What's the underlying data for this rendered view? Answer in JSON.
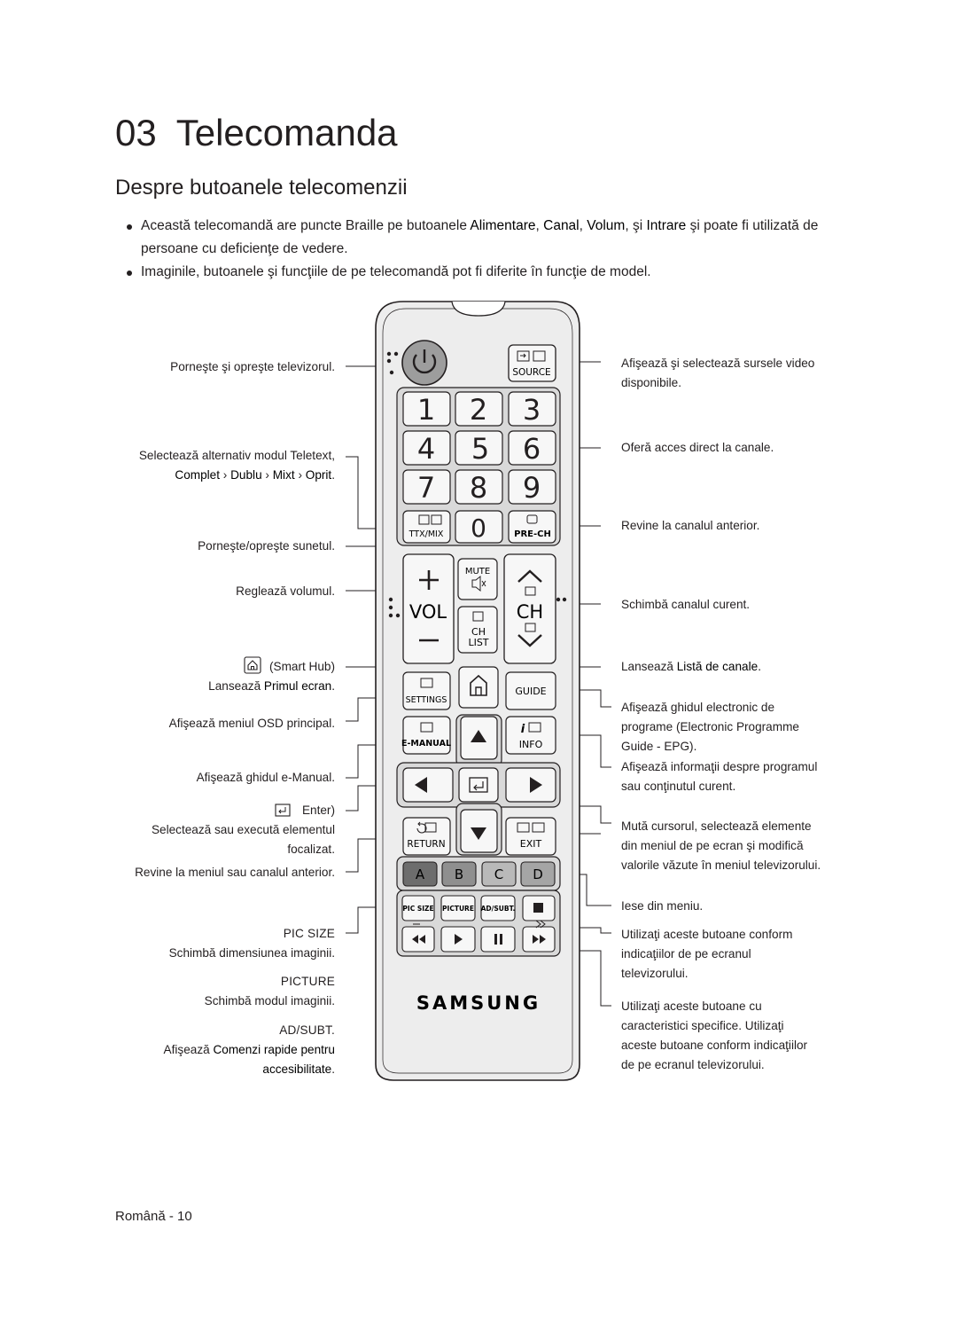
{
  "header": {
    "chapter_num": "03",
    "chapter_title": "Telecomanda"
  },
  "section_title": "Despre butoanele telecomenzii",
  "bullets": [
    {
      "p1": "Această telecomandă are puncte Braille pe butoanele ",
      "b1": "Alimentare",
      "p2": ", ",
      "b2": "Canal",
      "p3": ", ",
      "b3": "Volum",
      "p4": ", şi ",
      "b4": "Intrare",
      "p5": " şi poate fi utilizată de persoane cu deficienţe de vedere."
    },
    {
      "text": "Imaginile, butoanele şi funcţiile de pe telecomandă pot fi diferite în funcţie de model."
    }
  ],
  "left_labels": {
    "power": "Porneşte şi opreşte televizorul.",
    "teletext_1": "Selectează alternativ modul Teletext,",
    "teletext_complet": "Complet",
    "teletext_dublu": "Dublu",
    "teletext_mixt": "Mixt",
    "teletext_oprit": "Oprit",
    "mute": "Porneşte/opreşte sunetul.",
    "volume": "Reglează volumul.",
    "smarthub_title": "(Smart Hub)",
    "smarthub_pre": "Lansează ",
    "smarthub_b": "Primul ecran",
    "settings": "Afişează meniul OSD principal.",
    "emanual": "Afişează ghidul e-Manual.",
    "enter_title": "Enter)",
    "enter_desc1": "Selectează sau execută elementul",
    "enter_desc2": "focalizat.",
    "return": "Revine la meniul sau canalul anterior.",
    "picsize_title": "PIC SIZE",
    "picsize_desc": "Schimbă dimensiunea imaginii.",
    "picture_title": "PICTURE",
    "picture_desc": "Schimbă modul imaginii.",
    "adsubt_title": "AD/SUBT.",
    "adsubt_pre": "Afişează ",
    "adsubt_b1": "Comenzi rapide pentru",
    "adsubt_b2": "accesibilitate"
  },
  "right_labels": {
    "source1": "Afişează şi selectează sursele video",
    "source2": "disponibile.",
    "numbers": "Oferă acces direct la canale.",
    "prech": "Revine la canalul anterior.",
    "channel": "Schimbă canalul curent.",
    "chlist_pre": "Lansează ",
    "chlist_b": "Listă de canale",
    "guide1": "Afişează ghidul electronic de",
    "guide2": "programe (Electronic Programme",
    "guide3": "Guide - EPG).",
    "info1": "Afişează informaţii despre programul",
    "info2": "sau conţinutul curent.",
    "cursor1": "Mută cursorul, selectează elemente",
    "cursor2": "din meniul de pe ecran şi modifică",
    "cursor3": "valorile văzute în meniul televizorului.",
    "exit": "Iese din meniu.",
    "color1": "Utilizaţi aceste butoane conform",
    "color2": "indicaţiilor de pe ecranul",
    "color3": "televizorului.",
    "media1": "Utilizaţi aceste butoane cu",
    "media2": "caracteristici specifice. Utilizaţi",
    "media3": "aceste butoane conform indicaţiilor",
    "media4": "de pe ecranul televizorului."
  },
  "remote": {
    "source_label": "SOURCE",
    "digits": [
      "1",
      "2",
      "3",
      "4",
      "5",
      "6",
      "7",
      "8",
      "9"
    ],
    "zero": "0",
    "ttx_label": "TTX/MIX",
    "prech_label": "PRE-CH",
    "mute_label": "MUTE",
    "vol_label": "VOL",
    "ch_label": "CH",
    "chlist_label1": "CH",
    "chlist_label2": "LIST",
    "settings_label": "SETTINGS",
    "guide_label": "GUIDE",
    "emanual_label": "E-MANUAL",
    "info_label": "INFO",
    "return_label": "RETURN",
    "exit_label": "EXIT",
    "color_a": "A",
    "color_b": "B",
    "color_c": "C",
    "color_d": "D",
    "picsize_label": "PIC SIZE",
    "picture_label": "PICTURE",
    "adsubt_label": "AD/SUBT.",
    "brand": "SAMSUNG"
  },
  "footer": {
    "page": "Română - 10"
  },
  "icons": [
    "power-icon",
    "source-icon",
    "mute-icon",
    "home-icon",
    "enter-icon",
    "arrow-up-icon",
    "arrow-down-icon",
    "arrow-left-icon",
    "arrow-right-icon",
    "stop-icon",
    "rewind-icon",
    "play-icon",
    "pause-icon",
    "fast-forward-icon",
    "chevron-right-icon"
  ],
  "colors": {
    "text": "#231f20",
    "remote_body": "#ededed",
    "power_button": "#9d9d9d",
    "color_button_a": "#6d6d6d",
    "color_button_b": "#8f8f8f",
    "color_button_c": "#b9b9b9",
    "color_button_d": "#a5a5a5"
  }
}
